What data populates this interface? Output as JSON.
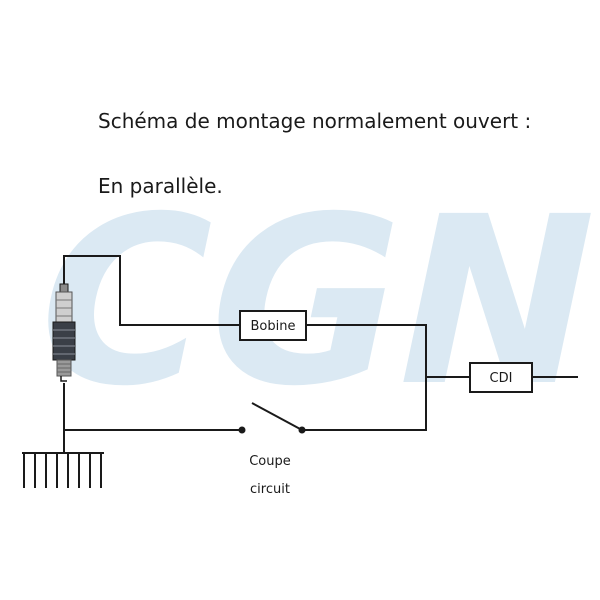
{
  "heading": {
    "title": "Schéma de montage normalement ouvert :",
    "subtitle": "En parallèle."
  },
  "watermark": {
    "text": "CGN",
    "color": "#dbe9f3"
  },
  "components": {
    "coil": {
      "label": "Bobine"
    },
    "cdi": {
      "label": "CDI"
    },
    "switch": {
      "line1": "Coupe",
      "line2": "circuit"
    }
  },
  "colors": {
    "line": "#1a1a1a",
    "background": "#ffffff"
  }
}
